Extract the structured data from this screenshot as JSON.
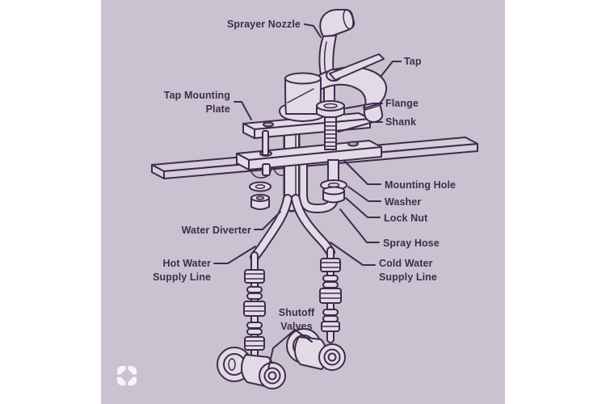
{
  "canvas": {
    "background_color": "#cbc2d1",
    "ink_color": "#3f2c4c",
    "part_fill_color": "#e2dbe6",
    "logo_color": "#f7f5f9"
  },
  "labels": {
    "sprayer_nozzle": "Sprayer Nozzle",
    "tap": "Tap",
    "tap_mounting_plate": [
      "Tap Mounting",
      "Plate"
    ],
    "flange": "Flange",
    "shank": "Shank",
    "mounting_hole": "Mounting Hole",
    "washer": "Washer",
    "lock_nut": "Lock Nut",
    "water_diverter": "Water Diverter",
    "spray_hose": "Spray Hose",
    "hot_water_supply_line": [
      "Hot Water",
      "Supply Line"
    ],
    "cold_water_supply_line": [
      "Cold Water",
      "Supply Line"
    ],
    "shutoff_valves": [
      "Shutoff",
      "Valves"
    ]
  },
  "watermark": {
    "icon": "wayfair-flower-logo"
  }
}
